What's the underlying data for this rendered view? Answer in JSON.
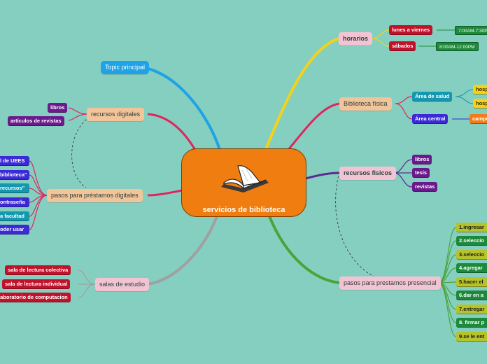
{
  "center": {
    "title": "servicios de biblioteca"
  },
  "topic_principal": "Topic principal",
  "recursos_digitales": {
    "label": "recursos digitales",
    "items": [
      "libros",
      "artículos de revistas"
    ]
  },
  "pasos_prestamos_digitales": {
    "label": "pasos para préstamos digitales",
    "items": [
      "l de UEES",
      "biblioteca\"",
      "recursos\"",
      "ontraseña",
      "a facultad",
      "oder usar"
    ]
  },
  "salas_de_estudio": {
    "label": "salas de estudio",
    "items": [
      "sala de lectura colectiva",
      "sala de lectura individual",
      "laboratorio de computacion"
    ]
  },
  "horarios": {
    "label": "horarios",
    "items": [
      {
        "day": "lunes a viernes",
        "time": "7:00AM-7:30P"
      },
      {
        "day": "sábados",
        "time": "8:00AM-12:00PM"
      }
    ]
  },
  "biblioteca_fisica": {
    "label": "Biblioteca física",
    "areas": [
      {
        "name": "Área de salud",
        "children": [
          "hosp",
          "hosp"
        ]
      },
      {
        "name": "Área central",
        "children": [
          "campu"
        ]
      }
    ]
  },
  "recursos_fisicos": {
    "label": "recursos fisicos",
    "items": [
      "libros",
      "tesis",
      "revistas"
    ]
  },
  "pasos_prestamos_presencial": {
    "label": "pasos para prestamos presencial",
    "items": [
      "1.ingresar",
      "2.seleccio",
      "3.seleccio",
      "4.agregar",
      "5.hacer el",
      "6.dar en a",
      "7.entregar",
      "8. firmar p",
      "9.se le ent"
    ]
  },
  "colors": {
    "background": "#85cfc1",
    "center": "#ef7d10",
    "branch_blue": "#1fa3e6",
    "branch_pink": "#e0245e",
    "branch_yellow": "#f2d21a",
    "branch_purple": "#5a2a8c",
    "branch_green": "#4aa43a",
    "branch_gray": "#a0a0a0"
  }
}
